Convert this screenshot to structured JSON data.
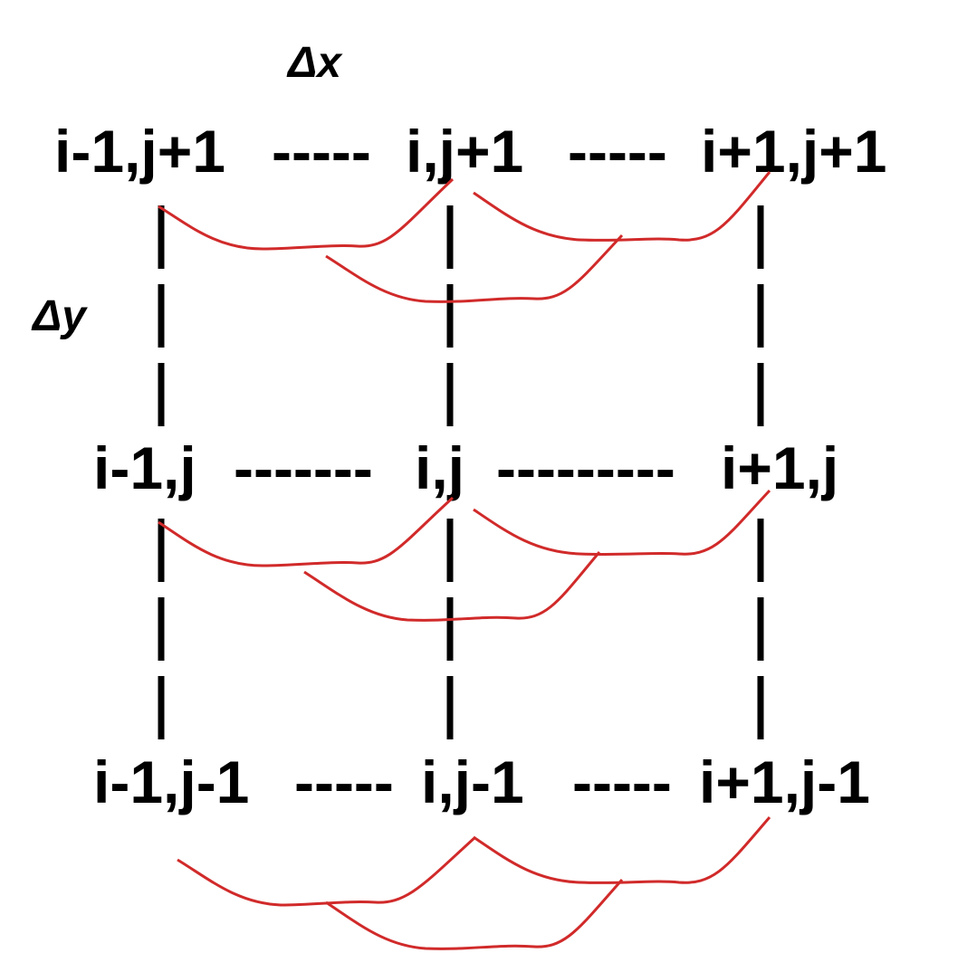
{
  "deltas": {
    "dx": "Δx",
    "dy": "Δy"
  },
  "rows": [
    {
      "left": "i-1,j+1",
      "mid": "i,j+1",
      "right": "i+1,j+1",
      "sep1": "-----",
      "sep2": "-----"
    },
    {
      "left": "i-1,j",
      "mid": "i,j",
      "right": "i+1,j",
      "sep1": "-------",
      "sep2": "---------"
    },
    {
      "left": "i-1,j-1",
      "mid": "i,j-1",
      "right": "i+1,j-1",
      "sep1": "-----",
      "sep2": "-----"
    }
  ],
  "colors": {
    "text": "#000000",
    "wave": "#d12a2a"
  }
}
